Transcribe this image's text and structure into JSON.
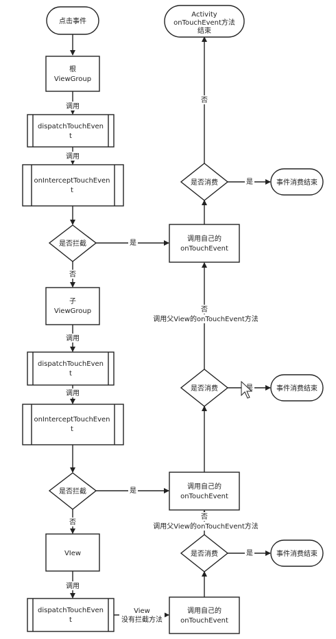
{
  "nodes": {
    "start": "点击事件",
    "activity_end": [
      "Activity",
      "onTouchEvent方法",
      "结束"
    ],
    "vg_root": [
      "根",
      "ViewGroup"
    ],
    "dispatch1": [
      "dispatchTouchEven",
      "t"
    ],
    "intercept1": [
      "onInterceptTouchEven",
      "t"
    ],
    "decision_intercept1": "是否拦截",
    "consumed1": "是否消费",
    "end1": "事件消费结束",
    "own_touch1": [
      "调用自己的",
      "onTouchEvent"
    ],
    "vg_child": [
      "子",
      "ViewGroup"
    ],
    "dispatch2": [
      "dispatchTouchEven",
      "t"
    ],
    "intercept2": [
      "onInterceptTouchEven",
      "t"
    ],
    "consumed2": "是否消费",
    "end2": "事件消费结束",
    "decision_intercept2": "是否拦截",
    "own_touch2": [
      "调用自己的",
      "onTouchEvent"
    ],
    "consumed3": "是否消费",
    "end3": "事件消费结束",
    "view": "VIew",
    "dispatch3": [
      "dispatchTouchEven",
      "t"
    ],
    "own_touch3": [
      "调用自己的",
      "onTouchEvent"
    ]
  },
  "edge_labels": {
    "call1": "调用",
    "call2": "调用",
    "no1": "否",
    "yes_intercept1": "是",
    "no_intercept1": "否",
    "call3": "调用",
    "call4": "调用",
    "no2": "否",
    "parent_call1": "调用父View的onTouchEvent方法",
    "yes_end2": "是",
    "yes_intercept2": "是",
    "no3": "否",
    "parent_call2": "调用父View的onTouchEvent方法",
    "no_intercept2": "否",
    "yes_end3": "是",
    "call5": "调用",
    "view_no_intercept": [
      "View",
      "没有拦截方法"
    ],
    "yes_end1": "是"
  }
}
